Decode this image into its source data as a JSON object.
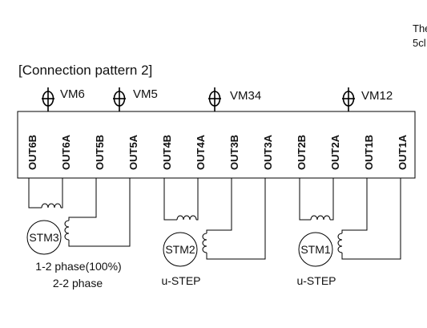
{
  "corner_text": {
    "line1": "The",
    "line2": "5cl"
  },
  "heading": "[Connection pattern 2]",
  "vm_labels": [
    "VM6",
    "VM5",
    "VM34",
    "VM12"
  ],
  "pins": [
    "OUT6B",
    "OUT6A",
    "OUT5B",
    "OUT5A",
    "OUT4B",
    "OUT4A",
    "OUT3B",
    "OUT3A",
    "OUT2B",
    "OUT2A",
    "OUT1B",
    "OUT1A"
  ],
  "motors": [
    {
      "name": "STM3",
      "caption_lines": [
        "1-2 phase(100%)",
        "2-2 phase"
      ]
    },
    {
      "name": "STM2",
      "caption_lines": [
        "u-STEP"
      ]
    },
    {
      "name": "STM1",
      "caption_lines": [
        "u-STEP"
      ]
    }
  ]
}
